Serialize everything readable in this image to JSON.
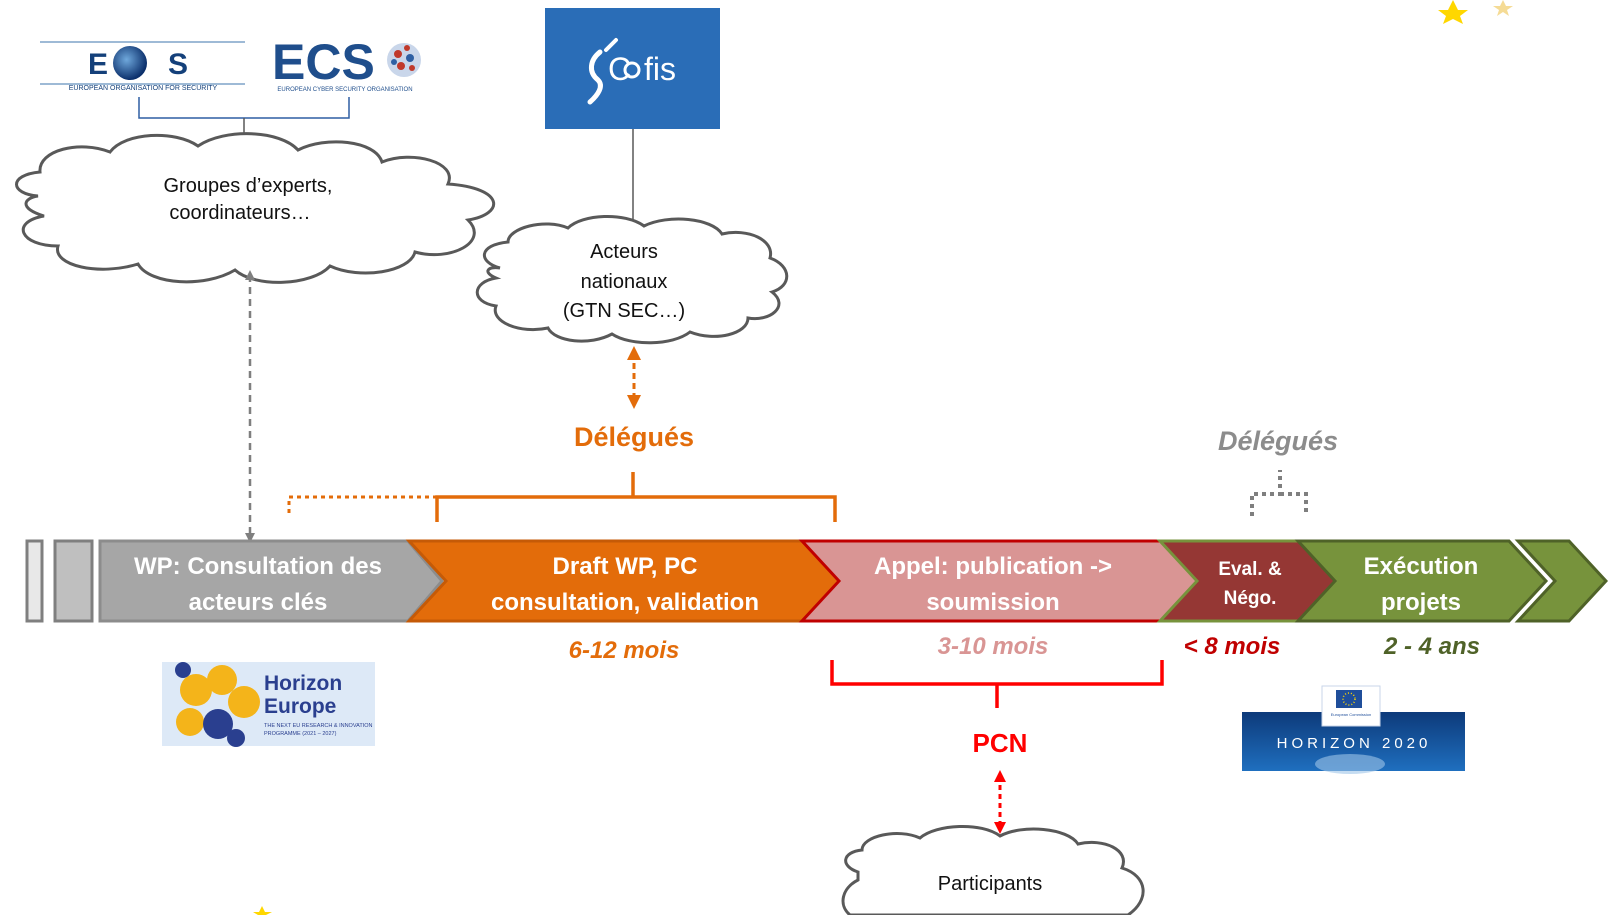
{
  "logos": {
    "eos": {
      "text": "EOS",
      "subtitle": "EUROPEAN ORGANISATION FOR SECURITY"
    },
    "ecs": {
      "text": "ECS",
      "subtitle": "EUROPEAN CYBER SECURITY ORGANISATION"
    },
    "cofis": {
      "text": "Cofis",
      "bg": "#2a6db7"
    },
    "horizon_europe": {
      "line1": "Horizon",
      "line2": "Europe",
      "tagline1": "THE NEXT EU RESEARCH & INNOVATION",
      "tagline2": "PROGRAMME (2021 – 2027)"
    },
    "horizon2020": {
      "text": "HORIZON 2020",
      "badge": "European Commission"
    }
  },
  "clouds": {
    "experts": [
      "Groupes d’experts,",
      "coordinateurs…"
    ],
    "national": [
      "Acteurs",
      "nationaux",
      "(GTN SEC…)"
    ],
    "participants": [
      "Participants"
    ]
  },
  "stages": [
    {
      "line1": "WP: Consultation des",
      "line2": "acteurs clés",
      "color": "#a6a6a6"
    },
    {
      "line1": "Draft WP, PC",
      "line2": "consultation, validation",
      "color": "#e36c0a"
    },
    {
      "line1": "Appel: publication ->",
      "line2": "soumission",
      "color": "#d99594"
    },
    {
      "line1": "Eval. &",
      "line2": "Négo.",
      "color": "#953734"
    },
    {
      "line1": "Exécution",
      "line2": "projets",
      "color": "#77933c"
    }
  ],
  "durations": {
    "d1": {
      "text": "6-12 mois",
      "color": "#e36c0a"
    },
    "d2": {
      "text": "3-10 mois",
      "color": "#d99594"
    },
    "d3": {
      "text": "< 8 mois",
      "color": "#c00000"
    },
    "d4": {
      "text": "2 - 4 ans",
      "color": "#4f6228"
    }
  },
  "labels": {
    "delegues_orange": {
      "text": "Délégués",
      "color": "#e36c0a"
    },
    "delegues_grey": {
      "text": "Délégués",
      "color": "#8c8c8c"
    },
    "pcn": {
      "text": "PCN",
      "color": "#ff0000"
    }
  }
}
